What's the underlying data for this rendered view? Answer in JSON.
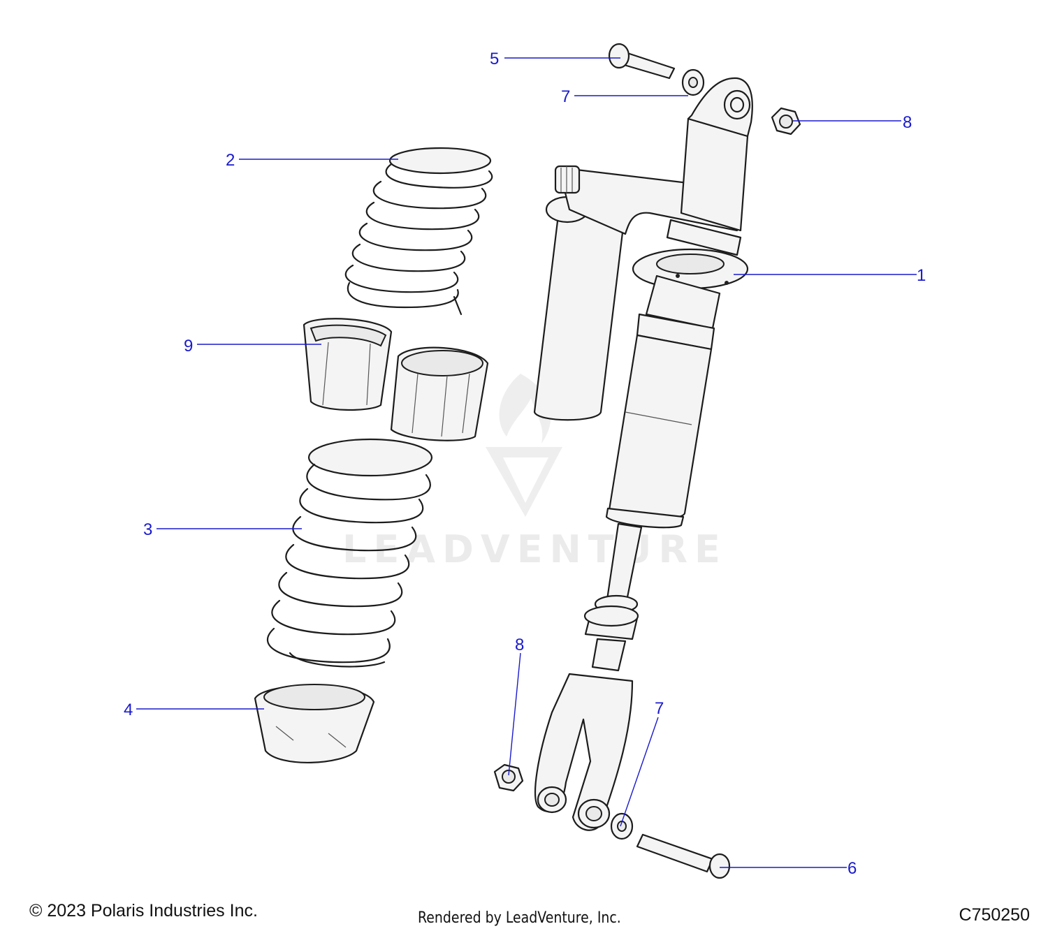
{
  "callouts": [
    {
      "id": "c1",
      "label": "1"
    },
    {
      "id": "c2",
      "label": "2"
    },
    {
      "id": "c3",
      "label": "3"
    },
    {
      "id": "c4",
      "label": "4"
    },
    {
      "id": "c5",
      "label": "5"
    },
    {
      "id": "c6",
      "label": "6"
    },
    {
      "id": "c7a",
      "label": "7"
    },
    {
      "id": "c7b",
      "label": "7"
    },
    {
      "id": "c8a",
      "label": "8"
    },
    {
      "id": "c8b",
      "label": "8"
    },
    {
      "id": "c9",
      "label": "9"
    }
  ],
  "watermark": {
    "text": "LEADVENTURE"
  },
  "footer": {
    "copyright": "© 2023 Polaris Industries Inc.",
    "rendered_by": "Rendered by LeadVenture, Inc.",
    "diagram_id": "C750250"
  },
  "colors": {
    "callout": "#1a1acc",
    "line": "#1c1c1c",
    "part_fill": "#f4f4f4"
  }
}
